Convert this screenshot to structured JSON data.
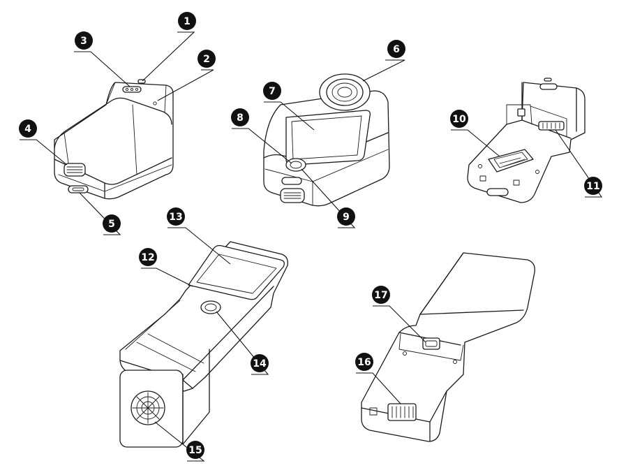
{
  "colors": {
    "line": "#1a1a1a",
    "badge": "#111111",
    "background": "#ffffff"
  },
  "callouts": [
    {
      "label": "1"
    },
    {
      "label": "2"
    },
    {
      "label": "3"
    },
    {
      "label": "4"
    },
    {
      "label": "5"
    },
    {
      "label": "6"
    },
    {
      "label": "7"
    },
    {
      "label": "8"
    },
    {
      "label": "9"
    },
    {
      "label": "10"
    },
    {
      "label": "11"
    },
    {
      "label": "12"
    },
    {
      "label": "13"
    },
    {
      "label": "14"
    },
    {
      "label": "15"
    },
    {
      "label": "16"
    },
    {
      "label": "17"
    }
  ]
}
